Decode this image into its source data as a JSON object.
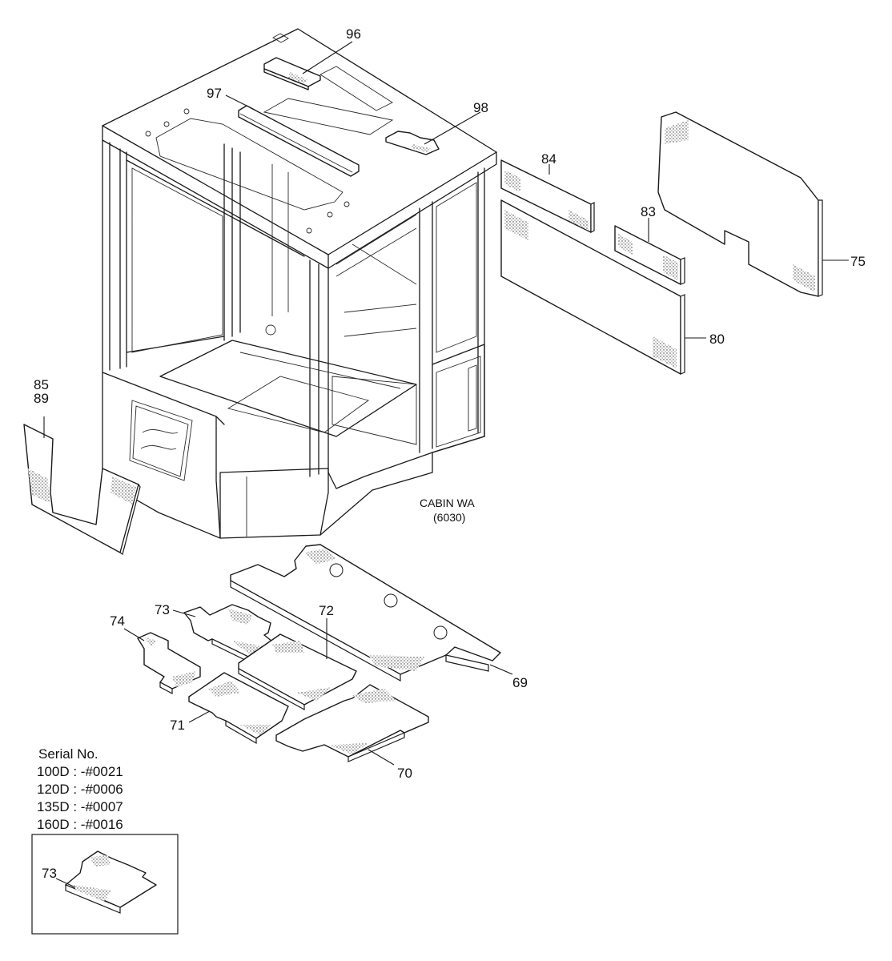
{
  "callouts": {
    "c96": "96",
    "c97": "97",
    "c98": "98",
    "c84": "84",
    "c83": "83",
    "c75": "75",
    "c80": "80",
    "c85": "85",
    "c89": "89",
    "c73": "73",
    "c74": "74",
    "c72": "72",
    "c69": "69",
    "c71": "71",
    "c70": "70",
    "c73b": "73"
  },
  "cabin": {
    "name": "CABIN WA",
    "code": "(6030)"
  },
  "serial": {
    "title": "Serial No.",
    "lines": [
      "100D : -#0021",
      "120D : -#0006",
      "135D : -#0007",
      "160D : -#0016"
    ]
  }
}
